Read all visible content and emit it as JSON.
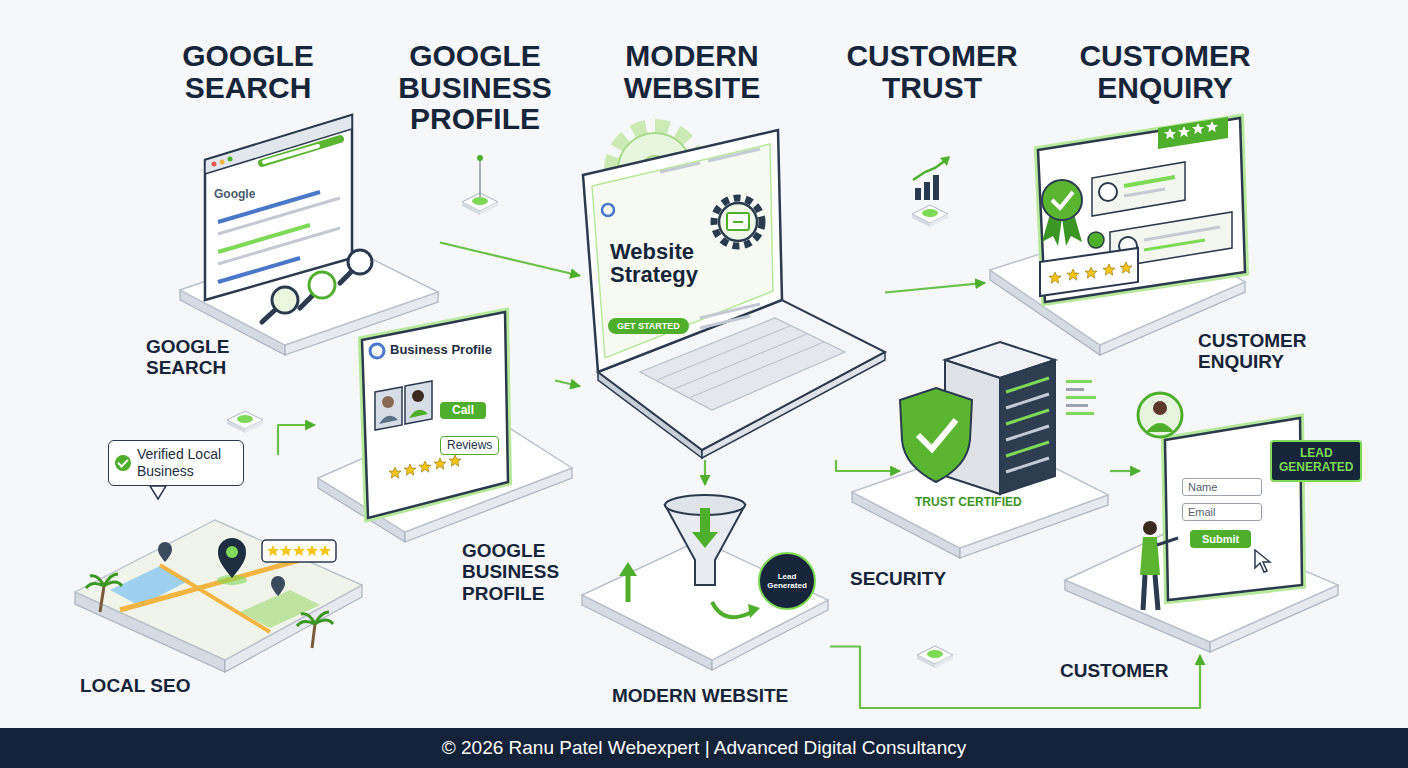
{
  "diagram": {
    "caption": "© 2026 Ranu Patel Webexpert | Advanced Digital Consultancy",
    "nodes": [
      {
        "text": [
          "Google",
          "GOOGLE SEARCH"
        ]
      },
      {
        "text": [
          "Website Strategy",
          "GET STARTED"
        ]
      },
      {
        "text": [
          "CUSTOMER ENQUIRY"
        ]
      },
      {
        "text": [
          "Business Profile",
          "Call",
          "Reviews",
          "GOOGLE BUSINESS PROFILE"
        ]
      },
      {
        "text": [
          "TRUST CERTIFIED",
          "SECURITY"
        ]
      },
      {
        "text": [
          "LEAD GENERATED",
          "Name",
          "Email",
          "Submit",
          "CUSTOMER"
        ]
      },
      {
        "text": [
          "Verified Local Business",
          "LOCAL SEO"
        ]
      },
      {
        "text": [
          "Lead Generated",
          "MODERN WEBSITE"
        ]
      }
    ],
    "edges": [
      {
        "from": 0,
        "to": 1,
        "arrow": "to"
      },
      {
        "from": 3,
        "to": 1,
        "arrow": "to"
      },
      {
        "from": 1,
        "to": 2,
        "arrow": "to"
      },
      {
        "from": 1,
        "to": 7,
        "arrow": "to"
      },
      {
        "from": 1,
        "to": 4,
        "arrow": "to"
      },
      {
        "from": 6,
        "to": 3,
        "arrow": "to"
      },
      {
        "from": 4,
        "to": 5,
        "arrow": "to"
      },
      {
        "from": 7,
        "to": 5,
        "arrow": "to"
      }
    ],
    "labels": [
      "GOOGLE SEARCH",
      "GOOGLE BUSINESS PROFILE",
      "MODERN WEBSITE",
      "CUSTOMER TRUST",
      "CUSTOMER ENQUIRY"
    ]
  }
}
